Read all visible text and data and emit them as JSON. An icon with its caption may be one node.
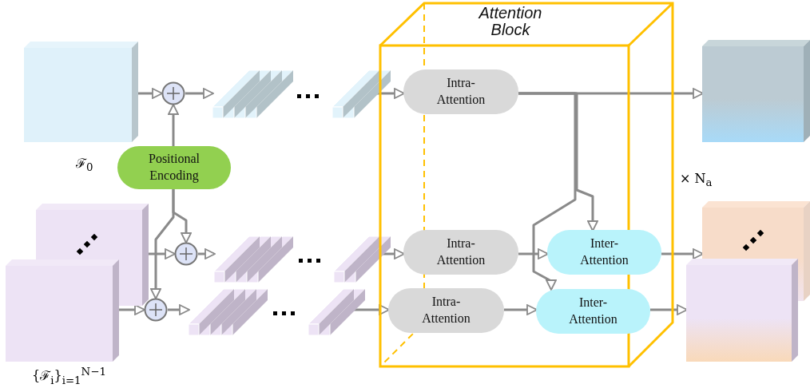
{
  "diagram": {
    "nodes": [
      {
        "text": [],
        "shape": "box",
        "beside": [
          "ℱ$_{0}$"
        ]
      },
      {
        "text": [],
        "shape": "circle"
      },
      {
        "text": [],
        "shape": "bar"
      },
      {
        "text": [
          "Positional Encoding"
        ]
      },
      {
        "text": [],
        "shape": "box",
        "beside": [
          "{ℱ$_{i}$}$_{i=1}$$^{N−1}$"
        ]
      },
      {
        "text": [],
        "shape": "circle"
      },
      {
        "text": [],
        "shape": "bar"
      },
      {
        "text": [],
        "shape": "circle"
      },
      {
        "text": [],
        "shape": "bar"
      },
      {
        "text": [
          "Attention Block"
        ]
      },
      {
        "text": [
          "Intra-Attention"
        ],
        "in": 9
      },
      {
        "text": [
          "Intra-Attention"
        ],
        "in": 9
      },
      {
        "text": [
          "Inter-Attention"
        ]
      },
      {
        "text": [
          "Intra-Attention"
        ],
        "in": 9
      },
      {
        "text": [
          "Inter-Attention"
        ]
      },
      {
        "text": [],
        "shape": "box"
      },
      {
        "text": [],
        "shape": "box"
      }
    ],
    "edges": [
      {
        "from": 0,
        "to": 1,
        "arrow": "to"
      },
      {
        "from": 1,
        "to": 2,
        "arrow": "to"
      },
      {
        "from": 3,
        "to": 1,
        "arrow": "to"
      },
      {
        "from": 2,
        "to": 10,
        "arrow": "to"
      },
      {
        "from": 10,
        "to": 15,
        "arrow": "to"
      },
      {
        "from": 10,
        "to": 12,
        "arrow": "to"
      },
      {
        "from": 10,
        "to": 14,
        "arrow": "to"
      },
      {
        "from": 4,
        "to": 5,
        "arrow": "to"
      },
      {
        "from": 3,
        "to": 5,
        "arrow": "to"
      },
      {
        "from": 3,
        "to": 7,
        "arrow": "to"
      },
      {
        "from": 4,
        "to": 7,
        "arrow": "to"
      },
      {
        "from": 5,
        "to": 6,
        "arrow": "to"
      },
      {
        "from": 7,
        "to": 8,
        "arrow": "to"
      },
      {
        "from": 6,
        "to": 11,
        "arrow": "to"
      },
      {
        "from": 8,
        "to": 13,
        "arrow": "to"
      },
      {
        "from": 11,
        "to": 12,
        "arrow": "to"
      },
      {
        "from": 13,
        "to": 14,
        "arrow": "to"
      },
      {
        "from": 12,
        "to": 16,
        "arrow": "to"
      },
      {
        "from": 14,
        "to": 16,
        "arrow": "to"
      }
    ],
    "labels": [
      "× N$_{a}$"
    ]
  }
}
